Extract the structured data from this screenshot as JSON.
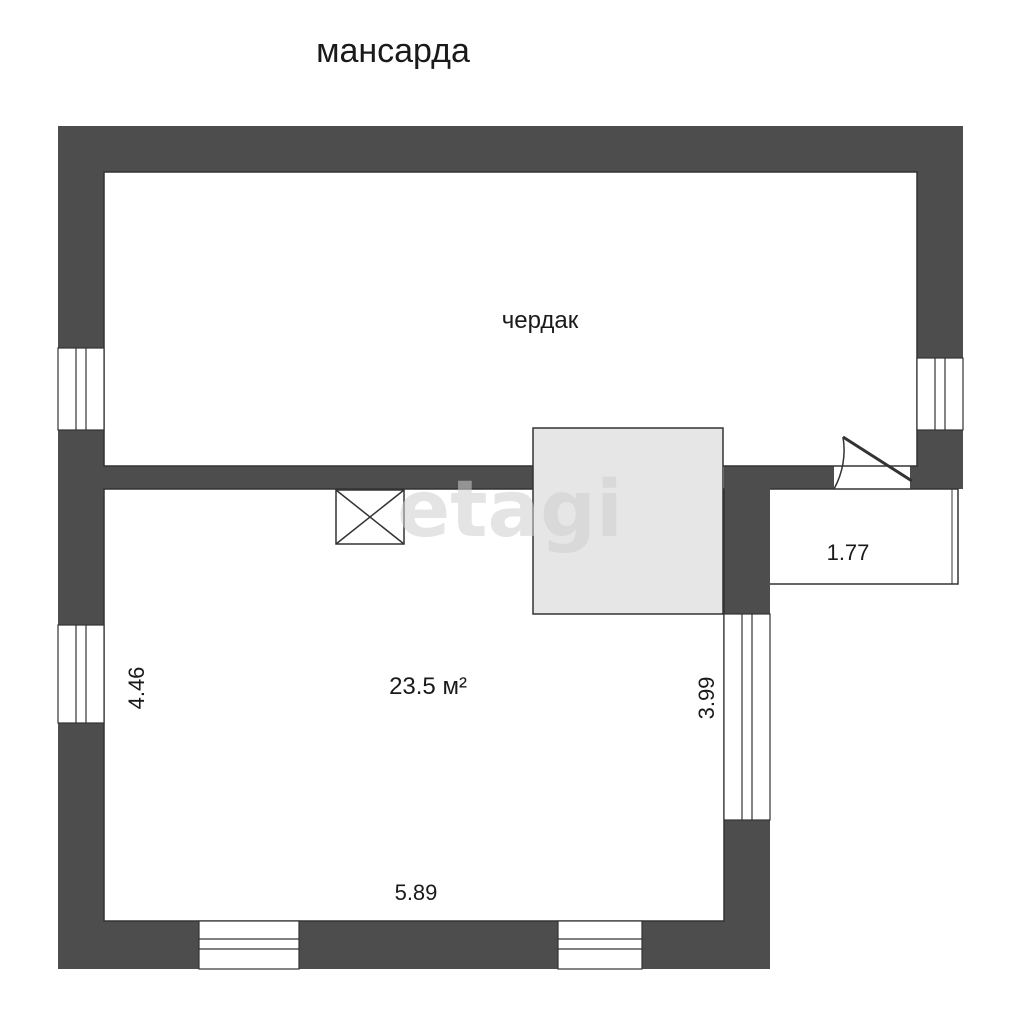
{
  "floor_title": "мансарда",
  "rooms": {
    "attic": {
      "label": "чердак"
    },
    "main": {
      "area": "23.5 м²"
    }
  },
  "dimensions": {
    "left": "4.46",
    "right": "3.99",
    "bottom": "5.89",
    "side_bay": "1.77"
  },
  "watermark": "etagi",
  "colors": {
    "wall": "#4d4d4d",
    "stair": "#e6e6e6",
    "line": "#333333",
    "background": "#ffffff"
  }
}
